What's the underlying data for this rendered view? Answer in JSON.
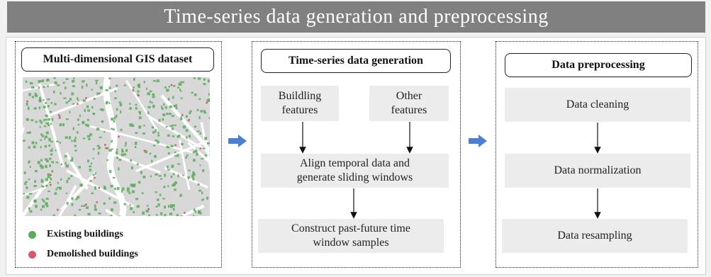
{
  "header": {
    "title": "Time-series data generation and preprocessing"
  },
  "panel_gis": {
    "title": "Multi-dimensional GIS dataset",
    "legend": [
      {
        "label": "Existing buildings",
        "color": "#5aac5a"
      },
      {
        "label": "Demolished buildings",
        "color": "#d9576a"
      }
    ]
  },
  "panel_generation": {
    "title": "Time-series data generation",
    "building_features": "Buildling features",
    "other_features": "Other features",
    "align": "Align temporal data and generate sliding windows",
    "construct": "Construct past-future time window samples"
  },
  "panel_preprocessing": {
    "title": "Data preprocessing",
    "steps": [
      "Data cleaning",
      "Data normalization",
      "Data resampling"
    ]
  },
  "colors": {
    "header_bg": "#808080",
    "arrow": "#4a7fd4",
    "box_bg": "#ececec"
  }
}
